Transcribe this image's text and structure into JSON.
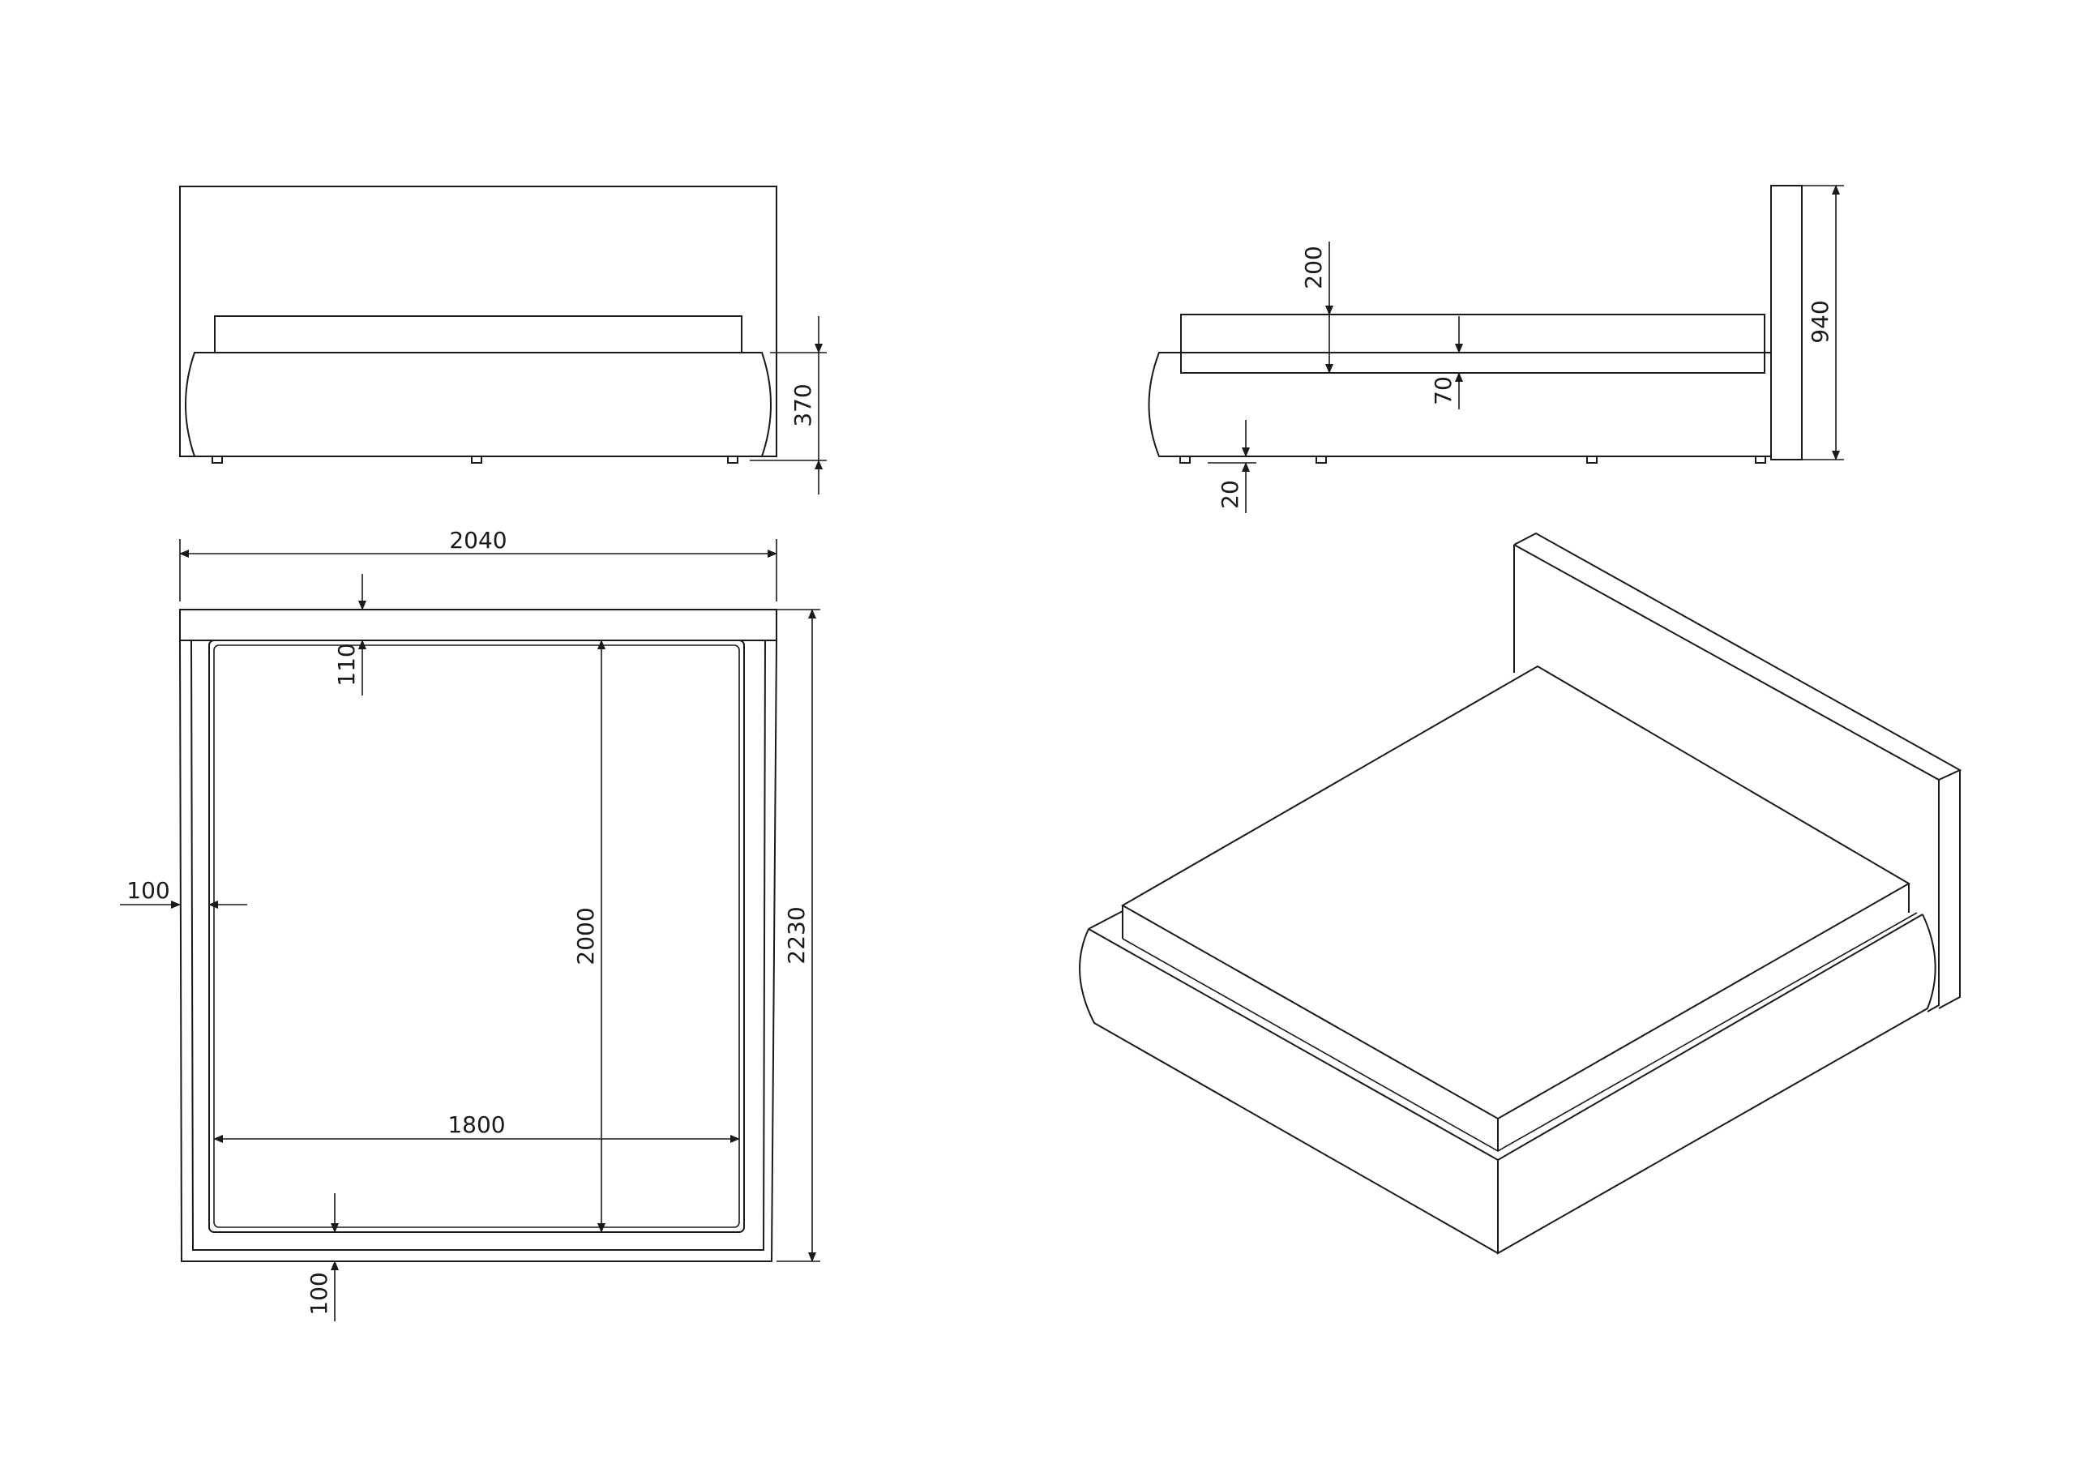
{
  "dimensions": {
    "front_height": "370",
    "side_mattress_height": "200",
    "side_mattress_recess": "70",
    "side_leg_height": "20",
    "side_headboard_height": "940",
    "plan_total_width": "2040",
    "plan_headboard_depth": "110",
    "plan_side_rail": "100",
    "plan_mattress_length": "2000",
    "plan_total_length": "2230",
    "plan_mattress_width": "1800",
    "plan_foot_rail": "100"
  },
  "colors": {
    "line": "#1a1a1a",
    "background": "#ffffff"
  }
}
